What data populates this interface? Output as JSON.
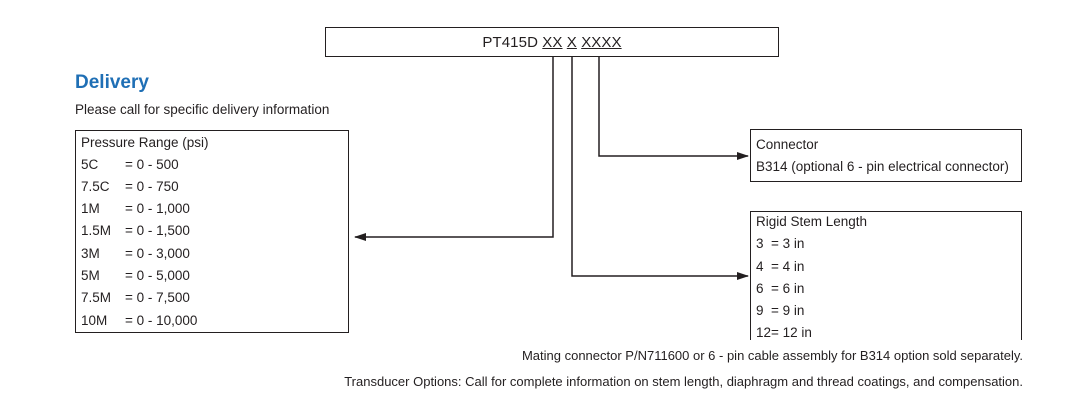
{
  "model": {
    "prefix": "PT415D",
    "field_pressure": "XX",
    "field_stem": "X",
    "field_connector": "XXXX"
  },
  "delivery": {
    "title": "Delivery",
    "text": "Please call for specific delivery information"
  },
  "pressure_range": {
    "heading": "Pressure Range (psi)",
    "rows": [
      {
        "code": "5C",
        "value": "= 0 - 500"
      },
      {
        "code": "7.5C",
        "value": "= 0 - 750"
      },
      {
        "code": "1M",
        "value": "= 0 - 1,000"
      },
      {
        "code": "1.5M",
        "value": "= 0 - 1,500"
      },
      {
        "code": "3M",
        "value": "= 0 - 3,000"
      },
      {
        "code": "5M",
        "value": "= 0 - 5,000"
      },
      {
        "code": "7.5M",
        "value": "= 0 - 7,500"
      },
      {
        "code": "10M",
        "value": "= 0 - 10,000"
      }
    ]
  },
  "connector": {
    "heading": "Connector",
    "option": "B314  (optional 6 - pin electrical connector)"
  },
  "rigid_stem": {
    "heading": "Rigid Stem Length",
    "rows": [
      {
        "code": "3",
        "value": "=  3 in"
      },
      {
        "code": "4",
        "value": "=  4 in"
      },
      {
        "code": "6",
        "value": "=  6 in"
      },
      {
        "code": "9",
        "value": "=  9 in"
      },
      {
        "code": "12",
        "value": "=  12 in"
      }
    ]
  },
  "notes": {
    "mating": "Mating connector P/N711600 or 6 - pin cable assembly for B314 option sold separately.",
    "options": "Transducer Options: Call for complete information on stem length, diaphragm and thread coatings, and compensation."
  },
  "colors": {
    "accent": "#1f6fb5",
    "line": "#231f20"
  }
}
